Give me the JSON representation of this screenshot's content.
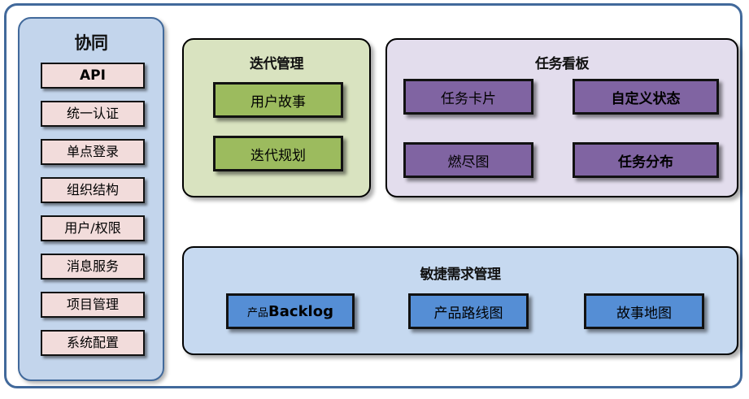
{
  "diagram": {
    "outer_frame": {
      "border_color": "#41699b"
    },
    "sidebar": {
      "title": "协同",
      "background": "#c3d5ec",
      "item_color": "#f2dcdb",
      "items": [
        {
          "label": "API",
          "style": "bold-latin"
        },
        {
          "label": "统一认证",
          "style": "cjk"
        },
        {
          "label": "单点登录",
          "style": "cjk"
        },
        {
          "label": "组织结构",
          "style": "cjk"
        },
        {
          "label": "用户/权限",
          "style": "cjk"
        },
        {
          "label": "消息服务",
          "style": "cjk"
        },
        {
          "label": "项目管理",
          "style": "cjk"
        },
        {
          "label": "系统配置",
          "style": "cjk"
        }
      ]
    },
    "iteration": {
      "title": "迭代管理",
      "background": "#d9e3c0",
      "box_color": "#9cbb5e",
      "items": [
        {
          "label": "用户故事"
        },
        {
          "label": "迭代规划"
        }
      ]
    },
    "taskboard": {
      "title": "任务看板",
      "background": "#e3dded",
      "box_color": "#8064a2",
      "items": [
        {
          "label": "任务卡片",
          "bold": false
        },
        {
          "label": "自定义状态",
          "bold": true
        },
        {
          "label": "燃尽图",
          "bold": false
        },
        {
          "label": "任务分布",
          "bold": true
        }
      ]
    },
    "agile": {
      "title": "敏捷需求管理",
      "background": "#c6d9f0",
      "box_color": "#558ed5",
      "items": [
        {
          "label_cjk": "产品",
          "label_latin": "Backlog",
          "label": "产品Backlog"
        },
        {
          "label": "产品路线图"
        },
        {
          "label": "故事地图"
        }
      ]
    }
  }
}
